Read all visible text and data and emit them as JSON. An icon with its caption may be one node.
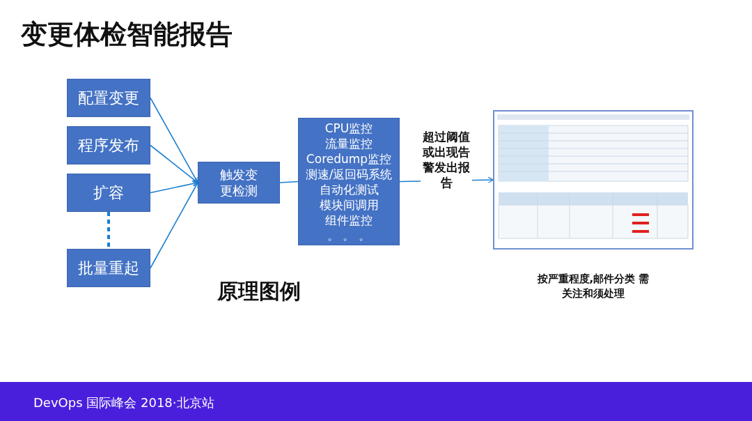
{
  "diagram": {
    "title": "变更体检智能报告",
    "nodes": [
      {
        "text": [
          "配置变更"
        ]
      },
      {
        "text": [
          "程序发布"
        ]
      },
      {
        "text": [
          "扩容"
        ]
      },
      {
        "text": [
          "批量重起"
        ]
      },
      {
        "text": [
          "触发变更检测"
        ]
      },
      {
        "text": [
          "CPU监控",
          "流量监控",
          "Coredump监控",
          "测速/返回码系统",
          "自动化测试",
          "模块间调用",
          "组件监控",
          "。 。 。"
        ]
      },
      {
        "text": [],
        "shape": "picture",
        "beside": [
          "按严重程度,邮件分类 需关注和须处理"
        ]
      }
    ],
    "edges": [
      {
        "from": 0,
        "to": 4,
        "arrow": "to"
      },
      {
        "from": 1,
        "to": 4,
        "arrow": "to"
      },
      {
        "from": 2,
        "to": 4,
        "arrow": "to"
      },
      {
        "from": 3,
        "to": 4,
        "arrow": "to"
      },
      {
        "from": 2,
        "to": 3,
        "arrow": "none",
        "style": "dashed"
      },
      {
        "from": 4,
        "to": 5,
        "arrow": "none"
      },
      {
        "from": 5,
        "to": 6,
        "arrow": "to",
        "label": "超过阈值或出现告警发出报告"
      }
    ],
    "labels": [
      "原理图例",
      "DevOps 国际峰会 2018·北京站"
    ]
  }
}
